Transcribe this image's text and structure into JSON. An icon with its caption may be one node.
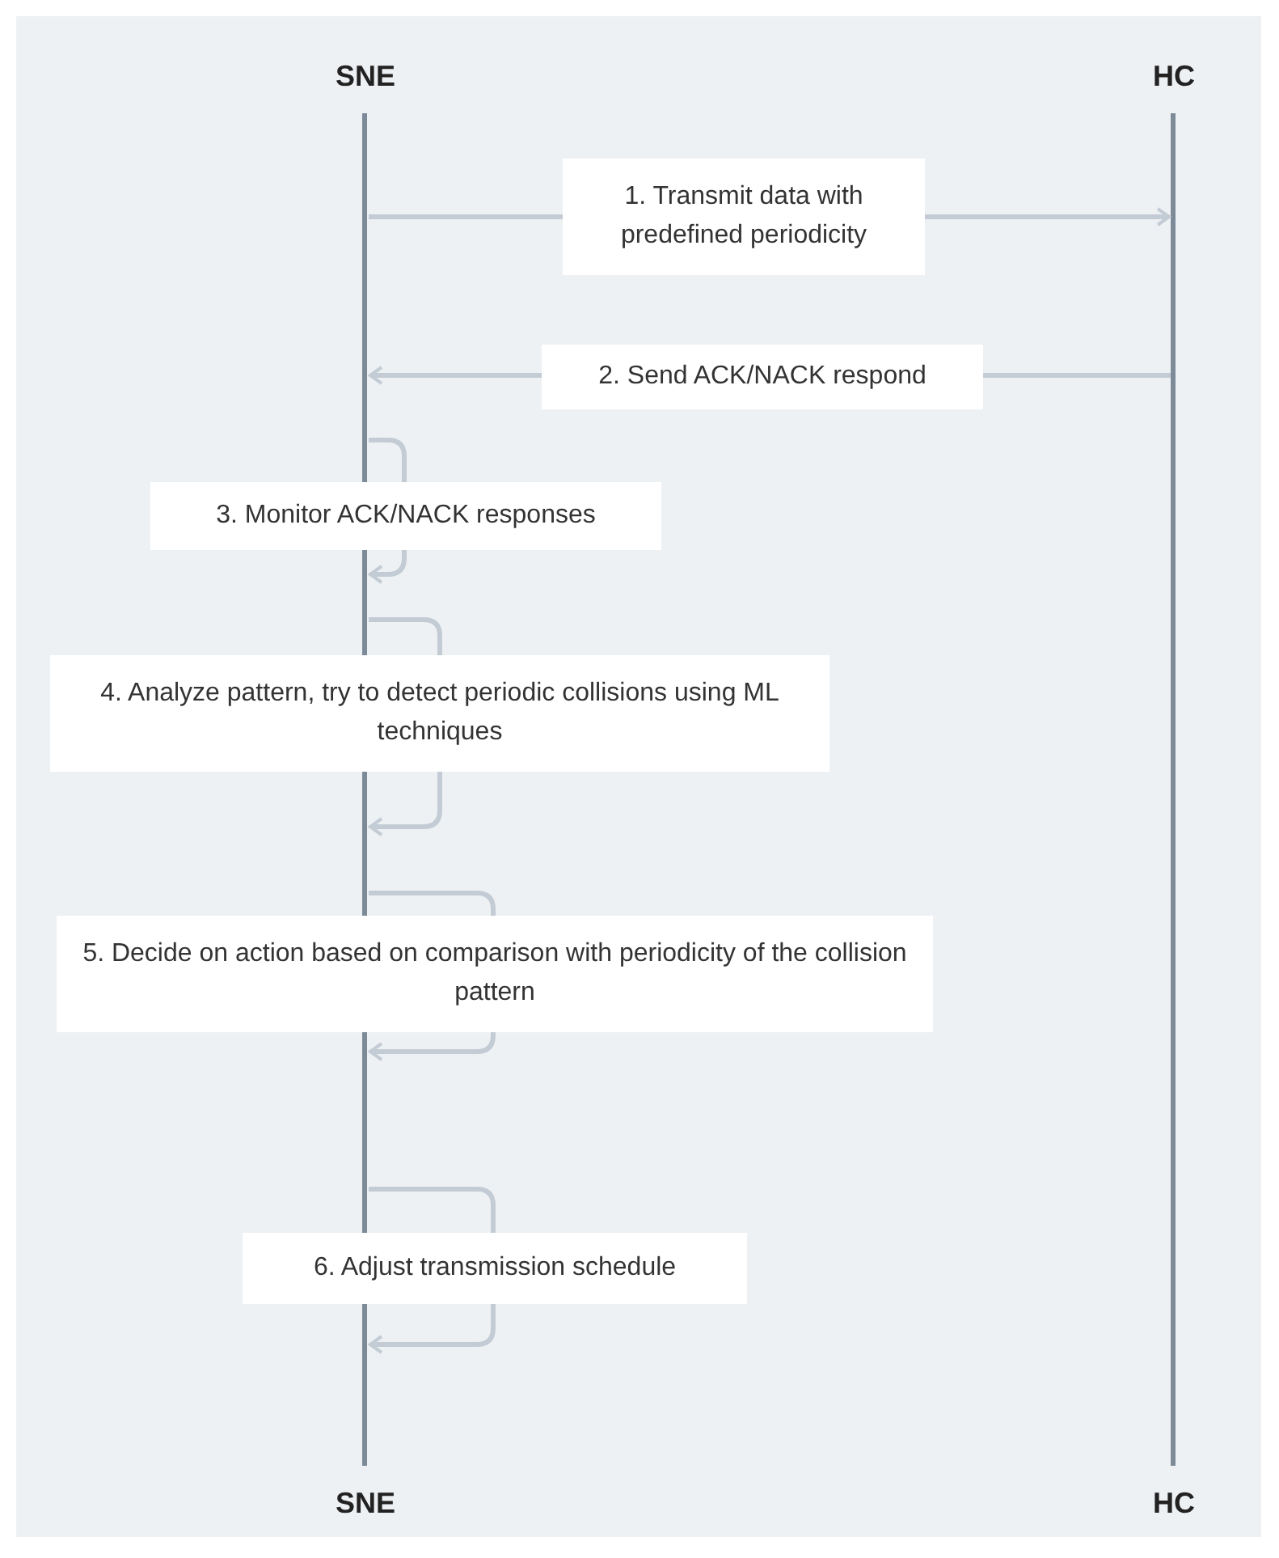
{
  "diagram": {
    "nodes": [
      {
        "text": [
          "SNE",
          "SNE"
        ]
      },
      {
        "text": [
          "HC",
          "HC"
        ]
      }
    ],
    "edges": [
      {
        "from": 0,
        "to": 1,
        "arrow": "to",
        "label": "1. Transmit data with predefined periodicity"
      },
      {
        "from": 1,
        "to": 0,
        "arrow": "to",
        "label": "2. Send ACK/NACK respond"
      },
      {
        "from": 0,
        "to": 0,
        "arrow": "to",
        "label": "3. Monitor ACK/NACK responses"
      },
      {
        "from": 0,
        "to": 0,
        "arrow": "to",
        "label": "4. Analyze pattern, try to detect periodic collisions using ML techniques"
      },
      {
        "from": 0,
        "to": 0,
        "arrow": "to",
        "label": "5. Decide on action based on comparison with periodicity of the collision pattern"
      },
      {
        "from": 0,
        "to": 0,
        "arrow": "to",
        "label": "6. Adjust transmission schedule"
      }
    ]
  }
}
